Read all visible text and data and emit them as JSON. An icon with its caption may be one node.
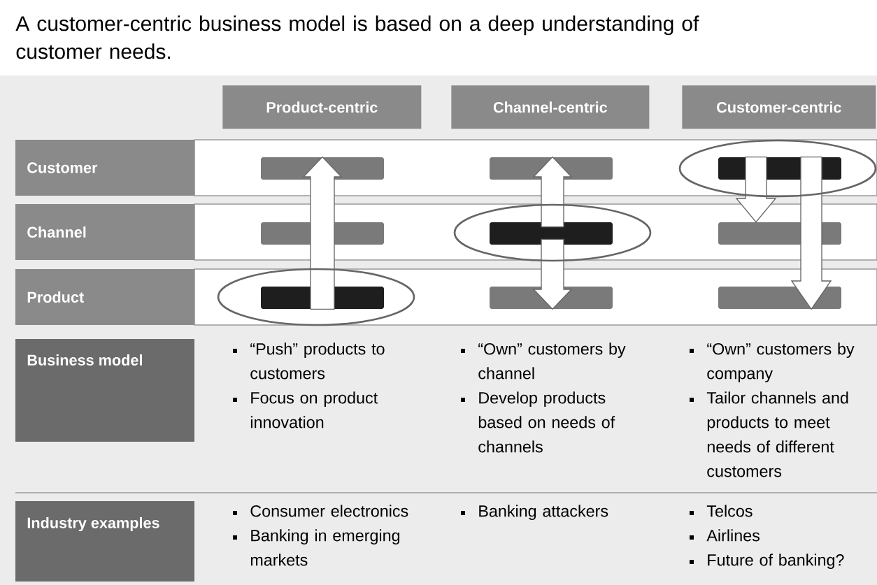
{
  "diagram": {
    "title": "A customer-centric business model is based on a deep understanding of customer needs.",
    "nodes": [
      {
        "text": [
          "Product-centric"
        ]
      },
      {
        "text": [
          "Channel-centric"
        ]
      },
      {
        "text": [
          "Customer-centric"
        ]
      },
      {
        "text": [
          "Customer"
        ]
      },
      {
        "text": [
          "Channel"
        ]
      },
      {
        "text": [
          "Product"
        ]
      },
      {
        "text": [
          "Business model"
        ]
      },
      {
        "text": [
          "Industry examples"
        ]
      },
      {
        "text": [],
        "shape": "bar"
      },
      {
        "text": [],
        "shape": "bar"
      },
      {
        "text": [],
        "shape": "bar"
      },
      {
        "text": [],
        "shape": "bar"
      },
      {
        "text": [],
        "shape": "bar"
      },
      {
        "text": [],
        "shape": "bar"
      },
      {
        "text": [],
        "shape": "bar"
      },
      {
        "text": [],
        "shape": "bar"
      },
      {
        "text": [],
        "shape": "bar"
      }
    ],
    "edges": [
      {
        "from": 14,
        "to": 8,
        "arrow": "to"
      },
      {
        "from": 12,
        "to": 9,
        "arrow": "to"
      },
      {
        "from": 12,
        "to": 15,
        "arrow": "to"
      },
      {
        "from": 10,
        "to": 13,
        "arrow": "to"
      },
      {
        "from": 10,
        "to": 16,
        "arrow": "to"
      }
    ],
    "labels": [
      "“Push” products to customers",
      "Focus on product innovation",
      "“Own” customers by channel",
      "Develop products based on needs of channels",
      "“Own” customers by company",
      "Tailor channels and products to meet needs of different customers",
      "Consumer electronics",
      "Banking in emerging markets",
      "Banking attackers",
      "Telcos",
      "Airlines",
      "Future of banking?"
    ]
  }
}
